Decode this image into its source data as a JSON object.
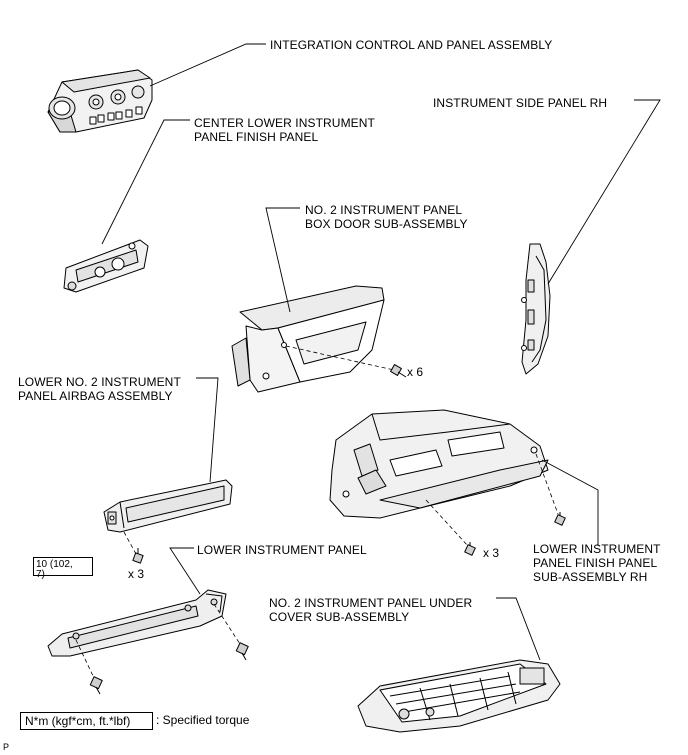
{
  "labels": {
    "integration_control": "INTEGRATION CONTROL AND PANEL ASSEMBLY",
    "center_lower_l1": "CENTER LOWER INSTRUMENT",
    "center_lower_l2": "PANEL FINISH PANEL",
    "side_panel_rh": "INSTRUMENT SIDE PANEL RH",
    "box_door_l1": "NO. 2 INSTRUMENT PANEL",
    "box_door_l2": "BOX DOOR SUB-ASSEMBLY",
    "airbag_l1": "LOWER NO. 2 INSTRUMENT",
    "airbag_l2": "PANEL AIRBAG ASSEMBLY",
    "lower_panel": "LOWER INSTRUMENT PANEL",
    "finish_rh_l1": "LOWER INSTRUMENT",
    "finish_rh_l2": "PANEL FINISH PANEL",
    "finish_rh_l3": "SUB-ASSEMBLY RH",
    "under_cover_l1": "NO. 2 INSTRUMENT PANEL UNDER",
    "under_cover_l2": "COVER SUB-ASSEMBLY"
  },
  "quantities": {
    "box_door_screws": "x 6",
    "airbag_bolts": "x 3",
    "finish_panel_screws": "x 3"
  },
  "torque": {
    "value": "10 (102,\n7)"
  },
  "legend": {
    "units": "N*m (kgf*cm, ft.*lbf)",
    "description": ": Specified torque"
  },
  "corner_mark": "P"
}
